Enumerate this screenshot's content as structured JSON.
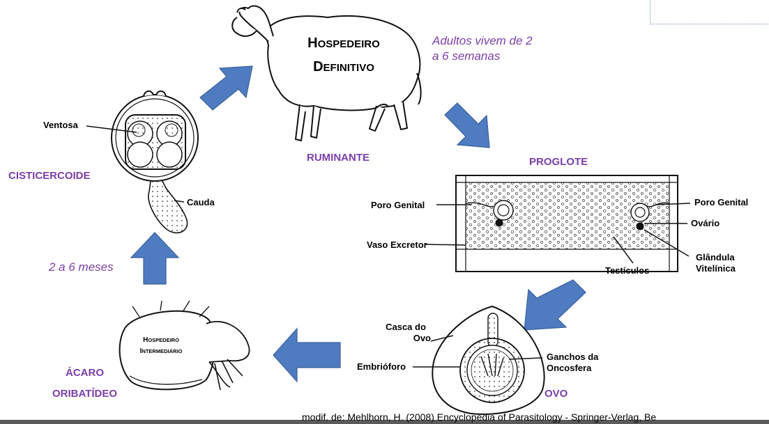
{
  "stages": {
    "definitive_host_title": [
      "Hospedeiro",
      "Definitivo"
    ],
    "ruminante": "RUMINANTE",
    "proglote": "PROGLOTE",
    "ovo": "OVO",
    "acaro_line1": "ÁCARO",
    "acaro_line2": "ORIBATÍDEO",
    "intermediate_host_title": [
      "Hospedeiro",
      "Intermediário"
    ],
    "cisticercoide": "CISTICERCOIDE"
  },
  "notes": {
    "adults_line1": "Adultos vivem de 2",
    "adults_line2": "a 6 semanas",
    "months": "2 a 6 meses"
  },
  "labels": {
    "ventosa": "Ventosa",
    "cauda": "Cauda",
    "poro_genital_left": "Poro Genital",
    "poro_genital_right": "Poro Genital",
    "vaso_excretor": "Vaso Excretor",
    "ovario": "Ovário",
    "glandula_line1": "Glândula",
    "glandula_line2": "Vitelínica",
    "testiculos": "Testículos",
    "casca_line1": "Casca do",
    "casca_line2": "Ovo",
    "embrioforo": "Embrióforo",
    "ganchos_line1": "Ganchos da",
    "ganchos_line2": "Oncosfera"
  },
  "source": "modif. de: Mehlhorn, H. (2008) Encyclopedia of Parasitology - Springer-Verlag, Be",
  "colors": {
    "arrow_fill": "#4f7bc0",
    "arrow_stroke": "#3a5f9e",
    "stage_purple": "#7a3fa8"
  }
}
